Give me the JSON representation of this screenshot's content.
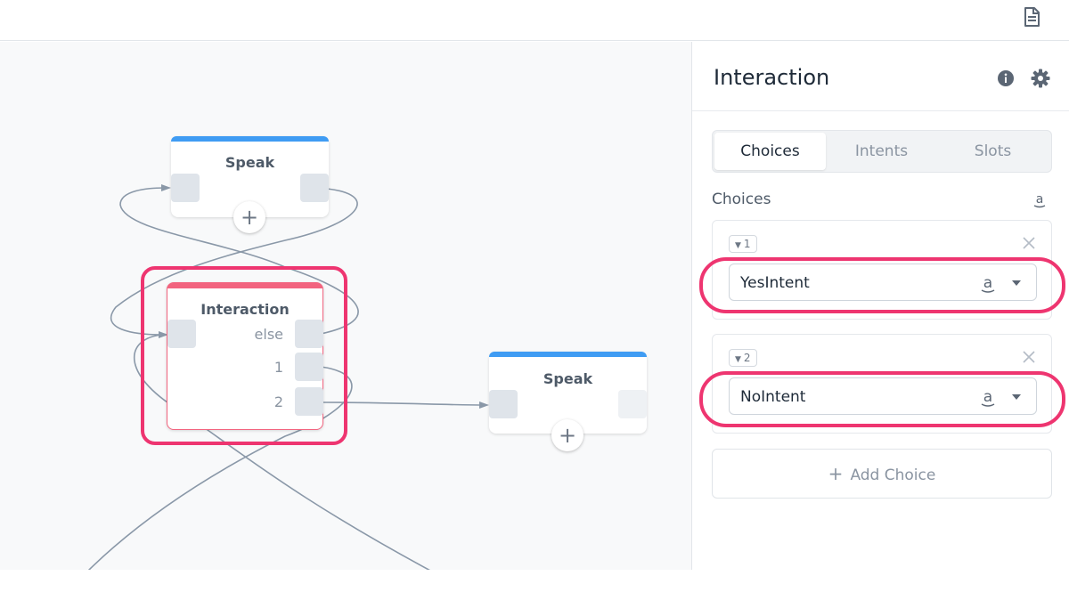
{
  "canvas": {
    "speak_node_1": {
      "title": "Speak"
    },
    "interaction_node": {
      "title": "Interaction",
      "ports": [
        "else",
        "1",
        "2"
      ]
    },
    "speak_node_2": {
      "title": "Speak"
    }
  },
  "panel": {
    "title": "Interaction",
    "tabs": [
      {
        "label": "Choices",
        "active": true
      },
      {
        "label": "Intents",
        "active": false
      },
      {
        "label": "Slots",
        "active": false
      }
    ],
    "section_label": "Choices",
    "choices": [
      {
        "number": "1",
        "intent": "YesIntent"
      },
      {
        "number": "2",
        "intent": "NoIntent"
      }
    ],
    "add_choice_label": "Add Choice"
  },
  "colors": {
    "speak_stripe": "#3f9cf3",
    "interaction_stripe": "#f2647f",
    "highlight": "#ee3570"
  },
  "icons": {
    "topbar": "document-icon",
    "panel_header": [
      "info-icon",
      "gear-icon"
    ],
    "choice": [
      "chevron-down-icon",
      "close-icon",
      "amazon-icon",
      "caret-down-icon"
    ]
  }
}
